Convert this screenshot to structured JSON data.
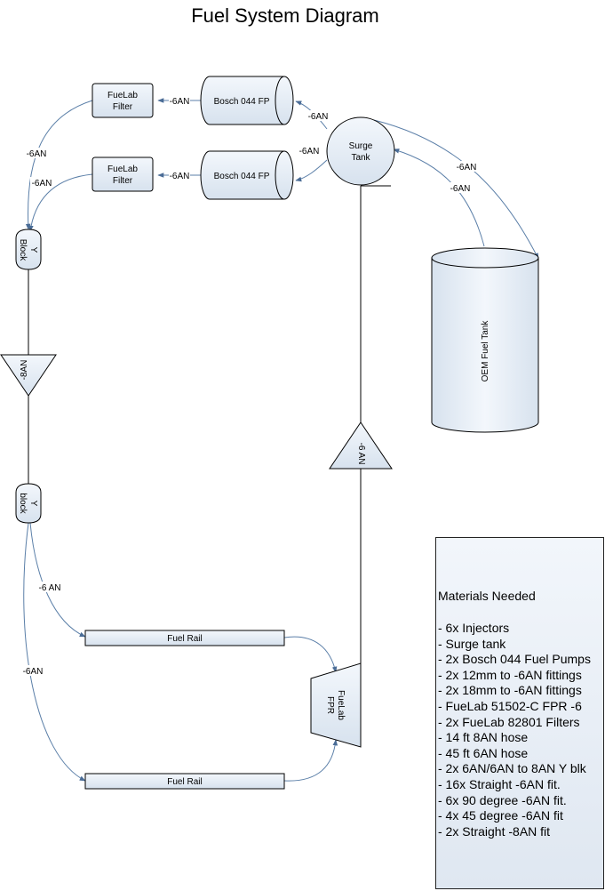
{
  "title": "Fuel System Diagram",
  "components": {
    "filter_top": "FueLab Filter",
    "filter_bottom": "FueLab Filter",
    "pump_top": "Bosch 044 FP",
    "pump_bottom": "Bosch 044 FP",
    "surge_tank": "Surge Tank",
    "oem_tank": "OEM Fuel Tank",
    "y_block_top": "Y Block",
    "y_block_bottom": "Y block",
    "reducer_left": "-8AN",
    "reducer_right": "-6 AN",
    "fuel_rail_top": "Fuel Rail",
    "fuel_rail_bottom": "Fuel Rail",
    "fpr": "FueLab FPR"
  },
  "connection_labels": {
    "pump_top_to_filter": "-6AN",
    "pump_bottom_to_filter": "-6AN",
    "tank_to_pump_top": "-6AN",
    "tank_to_pump_bottom": "-6AN",
    "filter_top_to_y": "-6AN",
    "filter_bottom_to_y": "-6AN",
    "oem_to_surge_1": "-6AN",
    "oem_to_surge_2": "-6AN",
    "y_to_rail_top": "-6 AN",
    "y_to_rail_bottom": "-6AN"
  },
  "materials": {
    "title": "Materials Needed",
    "items": [
      "- 6x Injectors",
      "- Surge tank",
      "- 2x Bosch 044 Fuel Pumps",
      "- 2x 12mm to -6AN fittings",
      "- 2x 18mm to -6AN fittings",
      "- FueLab 51502-C FPR -6",
      "- 2x FueLab 82801 Filters",
      "- 14 ft 8AN hose",
      "- 45 ft 6AN hose",
      "- 2x 6AN/6AN to 8AN Y blk",
      "- 16x Straight -6AN fit.",
      "- 6x 90 degree -6AN fit.",
      "- 4x 45 degree -6AN fit",
      "- 2x Straight -8AN fit"
    ]
  }
}
